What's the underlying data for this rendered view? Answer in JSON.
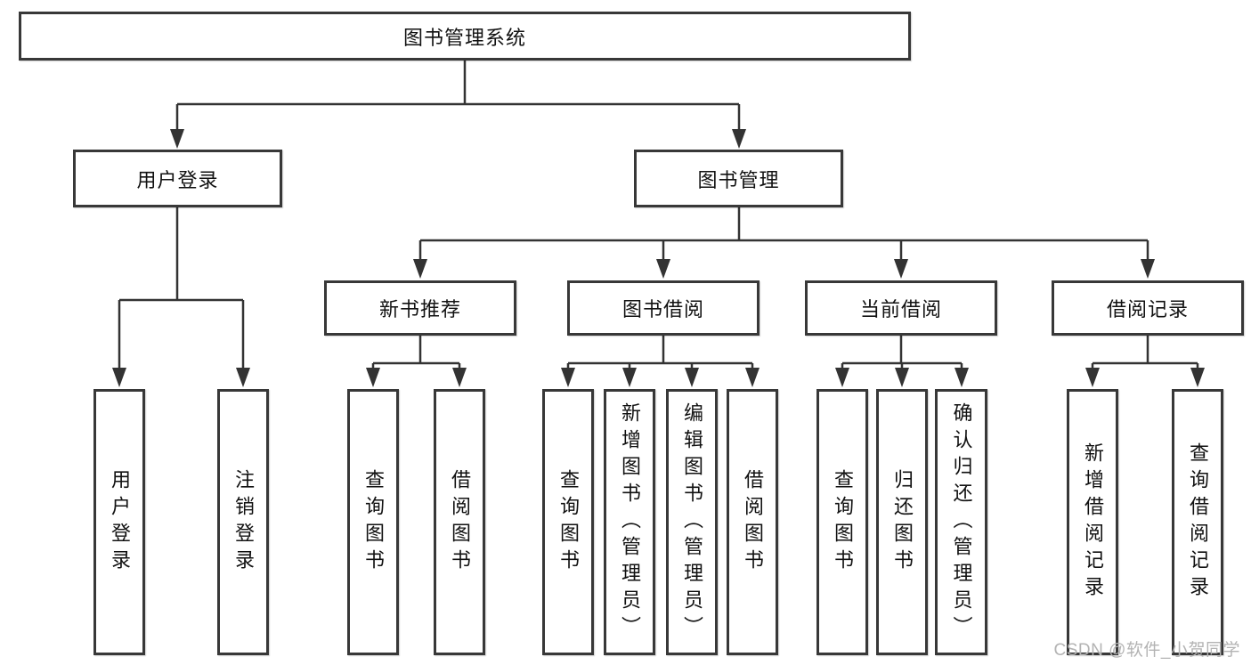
{
  "nodes": {
    "root": "图书管理系统",
    "level2": [
      "用户登录",
      "图书管理"
    ],
    "level3": [
      "新书推荐",
      "图书借阅",
      "当前借阅",
      "借阅记录"
    ],
    "leaves": [
      "用户登录",
      "注销登录",
      "查询图书",
      "借阅图书",
      "查询图书",
      "新增图书（管理员）",
      "编辑图书（管理员）",
      "借阅图书",
      "查询图书",
      "归还图书",
      "确认归还（管理员）",
      "新增借阅记录",
      "查询借阅记录"
    ]
  },
  "watermark": {
    "text": "CSDN @软件_小贺同学"
  },
  "colors": {
    "node_border": "#383838",
    "connector": "#333333",
    "text": "#111111",
    "watermark": "#b3b3b3",
    "background": "#ffffff"
  }
}
